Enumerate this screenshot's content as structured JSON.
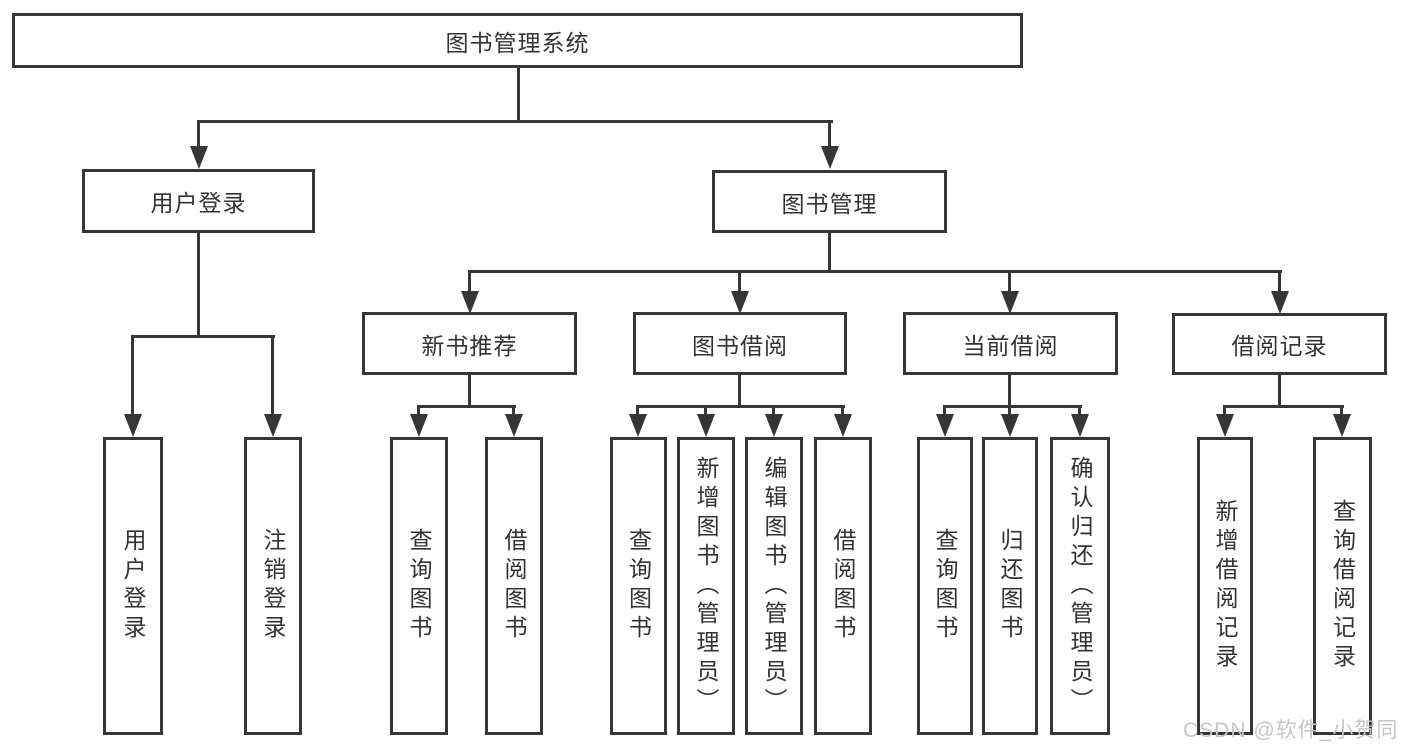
{
  "colors": {
    "line": "#363636",
    "text": "#333333",
    "background": "#ffffff",
    "watermark": "#c6c6c6"
  },
  "tree": {
    "root": "图书管理系统",
    "level2": [
      "用户登录",
      "图书管理"
    ],
    "level3": [
      "新书推荐",
      "图书借阅",
      "当前借阅",
      "借阅记录"
    ],
    "leaves": {
      "user_login": [
        "用户登录",
        "注销登录"
      ],
      "new_book_recommend": [
        "查询图书",
        "借阅图书"
      ],
      "book_borrow": [
        "查询图书",
        "新增图书（管理员）",
        "编辑图书（管理员）",
        "借阅图书"
      ],
      "current_borrow": [
        "查询图书",
        "归还图书",
        "确认归还（管理员）"
      ],
      "borrow_records": [
        "新增借阅记录",
        "查询借阅记录"
      ]
    }
  },
  "watermark": "CSDN @软件_小贺同学"
}
